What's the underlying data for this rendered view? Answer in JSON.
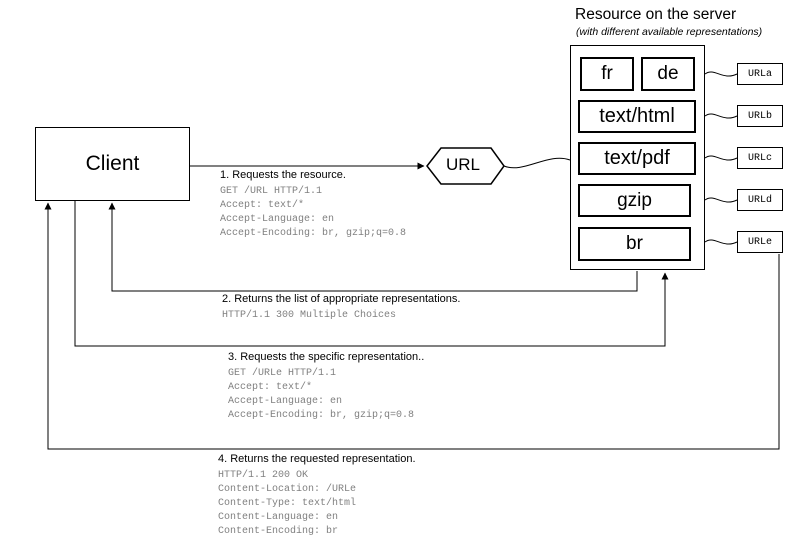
{
  "server": {
    "title": "Resource on the server",
    "subtitle": "(with different available representations)",
    "representations": [
      "fr",
      "de",
      "text/html",
      "text/pdf",
      "gzip",
      "br"
    ],
    "urls": [
      "URLa",
      "URLb",
      "URLc",
      "URLd",
      "URLe"
    ]
  },
  "client": {
    "label": "Client"
  },
  "url_node": {
    "label": "URL"
  },
  "messages": [
    {
      "title": "1. Requests the resource.",
      "lines": [
        "GET /URL HTTP/1.1",
        "Accept: text/*",
        "Accept-Language: en",
        "Accept-Encoding: br, gzip;q=0.8"
      ]
    },
    {
      "title": "2. Returns the list of appropriate representations.",
      "lines": [
        "HTTP/1.1 300 Multiple Choices"
      ]
    },
    {
      "title": "3. Requests the specific representation..",
      "lines": [
        "GET /URLe HTTP/1.1",
        "Accept: text/*",
        "Accept-Language: en",
        "Accept-Encoding: br, gzip;q=0.8"
      ]
    },
    {
      "title": "4. Returns the requested representation.",
      "lines": [
        "HTTP/1.1 200 OK",
        "Content-Location: /URLe",
        "Content-Type: text/html",
        "Content-Language: en",
        "Content-Encoding: br"
      ]
    }
  ],
  "colors": {
    "line": "#000000",
    "muted_text": "#808080"
  }
}
